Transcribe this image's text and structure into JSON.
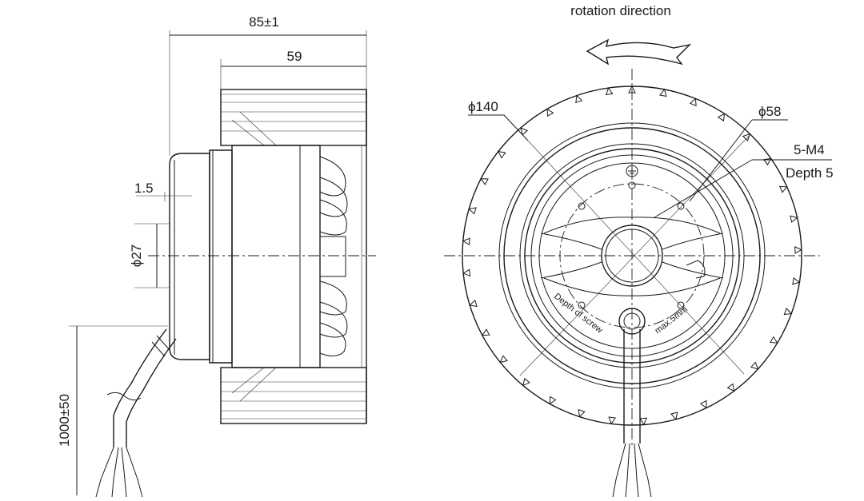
{
  "side_view": {
    "overall_width": "85±1",
    "impeller_width": "59",
    "hub_offset": "1.5",
    "shaft_diameter": "ϕ27",
    "cable_length": "1000±50"
  },
  "front_view": {
    "rotation_label": "rotation direction",
    "outer_diameter": "ϕ140",
    "hub_diameter": "ϕ58",
    "thread_spec": "5-M4",
    "thread_depth": "Depth 5",
    "note_left": "Depth of screw",
    "note_right": "max.5mm"
  }
}
